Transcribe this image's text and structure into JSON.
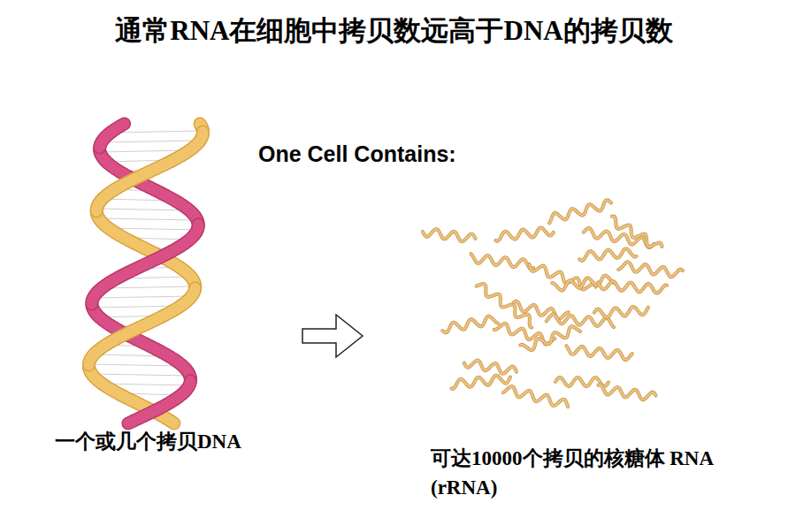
{
  "diagram": {
    "title": "通常RNA在细胞中拷贝数远高于DNA的拷贝数",
    "labels": [
      "One Cell Contains:",
      "一个或几个拷贝DNA",
      "可达10000个拷贝的核糖体 RNA (rRNA)"
    ]
  }
}
